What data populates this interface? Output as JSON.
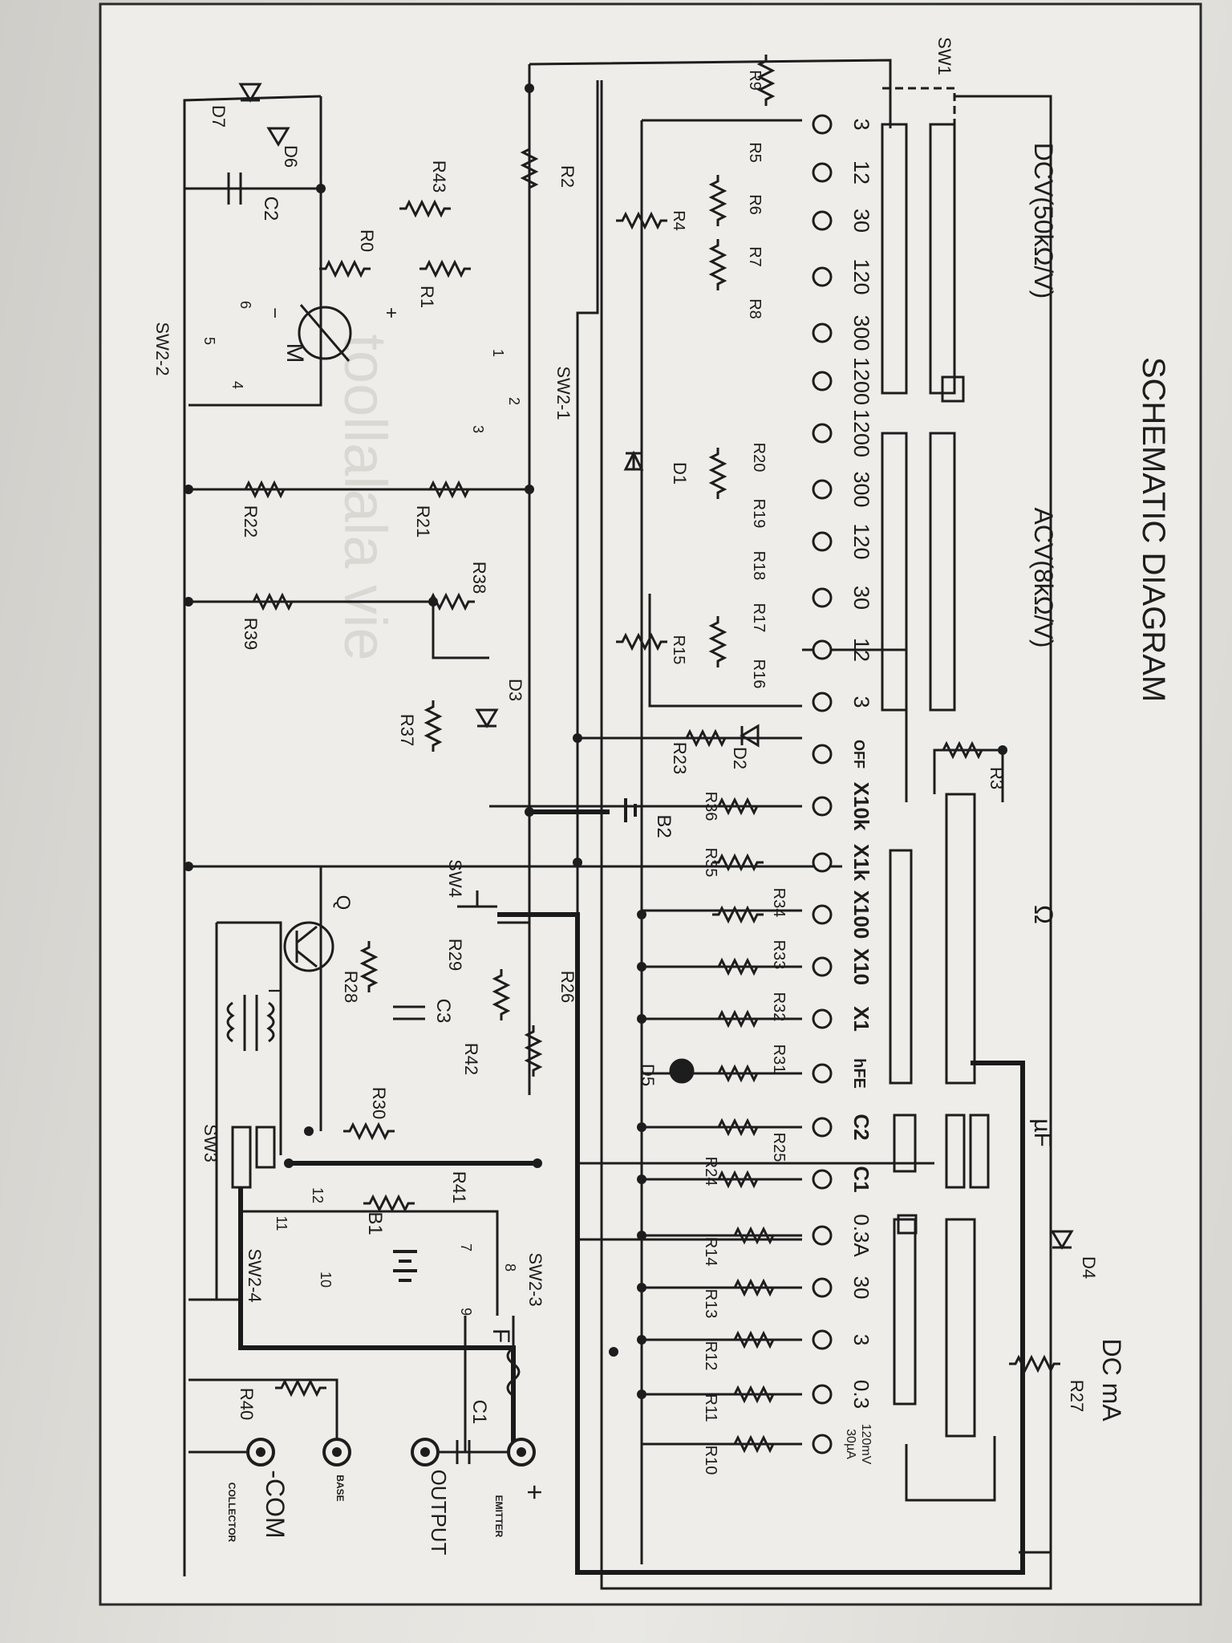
{
  "title": "SCHEMATIC DIAGRAM",
  "watermark": "toollalala vie",
  "sections": {
    "dcv": "DCV(50kΩ/V)",
    "acv": "ACV(8kΩ/V)",
    "ohm": "Ω",
    "uf": "µF",
    "dcma": "DC mA"
  },
  "dcv_ranges": [
    "3",
    "12",
    "30",
    "120",
    "300",
    "1200"
  ],
  "acv_ranges": [
    "1200",
    "300",
    "120",
    "30",
    "12",
    "3"
  ],
  "mode_ranges": [
    "OFF",
    "X10k",
    "X1k",
    "X100",
    "X10",
    "X1",
    "hFE",
    "C2",
    "C1"
  ],
  "ma_ranges": [
    "0.3A",
    "30",
    "3",
    "0.3"
  ],
  "last_range_line1": "120mV",
  "last_range_line2": "30µA",
  "resistors_dcv": [
    "R9",
    "R5",
    "R6",
    "R7",
    "R8",
    "R4"
  ],
  "resistors_acv": [
    "R20",
    "R19",
    "R18",
    "R17",
    "R16",
    "R15"
  ],
  "resistors_ohm": [
    "R36",
    "R35",
    "R34",
    "R33",
    "R32",
    "R31",
    "R25",
    "R24"
  ],
  "resistors_ma": [
    "R14",
    "R13",
    "R12",
    "R11",
    "R10"
  ],
  "labels": {
    "sw1": "SW1",
    "sw2_1": "SW2-1",
    "sw2_2": "SW2-2",
    "sw2_3": "SW2-3",
    "sw2_4": "SW2-4",
    "sw3": "SW3",
    "sw4": "SW4",
    "r2": "R2",
    "r43": "R43",
    "r0": "R0",
    "r1": "R1",
    "r21": "R21",
    "r22": "R22",
    "r38": "R38",
    "r39": "R39",
    "r37": "R37",
    "r23": "R23",
    "r3": "R3",
    "r27": "R27",
    "r26": "R26",
    "r28": "R28",
    "r29": "R29",
    "r30": "R30",
    "r41": "R41",
    "r42": "R42",
    "r40": "R40",
    "d1": "D1",
    "d2": "D2",
    "d3": "D3",
    "d4": "D4",
    "d5": "D5",
    "d6": "D6",
    "d7": "D7",
    "c1": "C1",
    "c2": "C2",
    "c3": "C3",
    "b1": "B1",
    "b2": "B2",
    "meter": "M",
    "q": "Q",
    "t": "T",
    "fuse": "F",
    "plus": "+",
    "minus": "−",
    "pin1": "1",
    "pin2": "2",
    "pin3": "3",
    "pin4": "4",
    "pin5": "5",
    "pin6": "6",
    "pin7": "7",
    "pin8": "8",
    "pin9": "9",
    "pin10": "10",
    "pin11": "11",
    "pin12": "12"
  },
  "terminals": {
    "plus": "+",
    "emitter": "EMITTER",
    "output": "OUTPUT",
    "base": "BASE",
    "com": "-COM",
    "collector": "COLLECTOR"
  }
}
